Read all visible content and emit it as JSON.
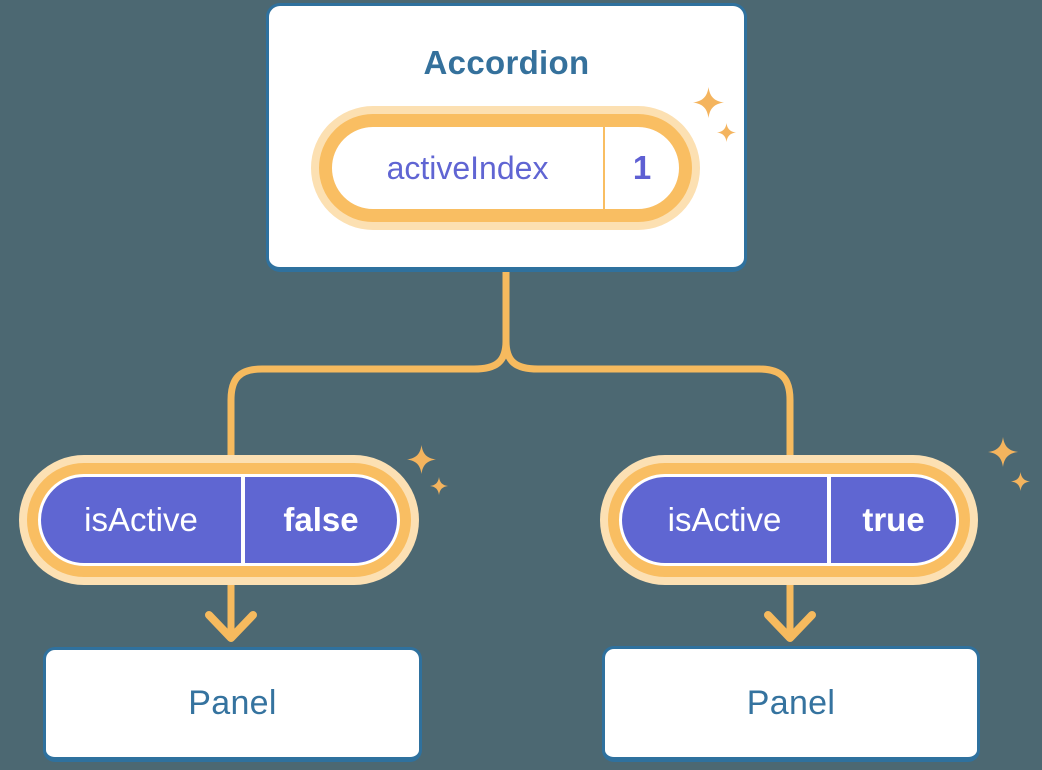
{
  "diagram": {
    "root": {
      "title": "Accordion",
      "state_pill": {
        "label": "activeIndex",
        "value": "1"
      }
    },
    "children": [
      {
        "prop_pill": {
          "label": "isActive",
          "value": "false"
        },
        "panel": {
          "title": "Panel"
        }
      },
      {
        "prop_pill": {
          "label": "isActive",
          "value": "true"
        },
        "panel": {
          "title": "Panel"
        }
      }
    ]
  },
  "icons": {
    "sparkle": "four-point-star ✦"
  },
  "colors": {
    "background": "#4C6872",
    "card_fill": "#FFFFFF",
    "card_border": "#2F719E",
    "card_text": "#35719C",
    "pill_ring": "#F9BE62",
    "pill_glow": "#FCE0B2",
    "state_text": "#6065D3",
    "prop_fill": "#5F66D2",
    "prop_text": "#FFFFFF",
    "connector": "#F6BA5E",
    "sparkle": "#F4B45E"
  }
}
